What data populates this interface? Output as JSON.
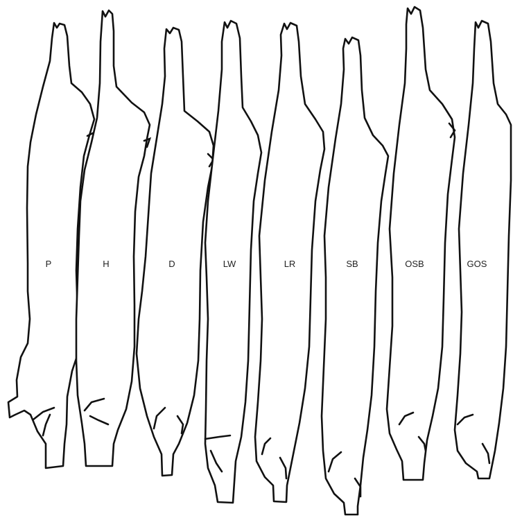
{
  "figure": {
    "carcasses": [
      {
        "label": "P"
      },
      {
        "label": "H"
      },
      {
        "label": "D"
      },
      {
        "label": "LW"
      },
      {
        "label": "LR"
      },
      {
        "label": "SB"
      },
      {
        "label": "OSB"
      },
      {
        "label": "GOS"
      }
    ]
  }
}
